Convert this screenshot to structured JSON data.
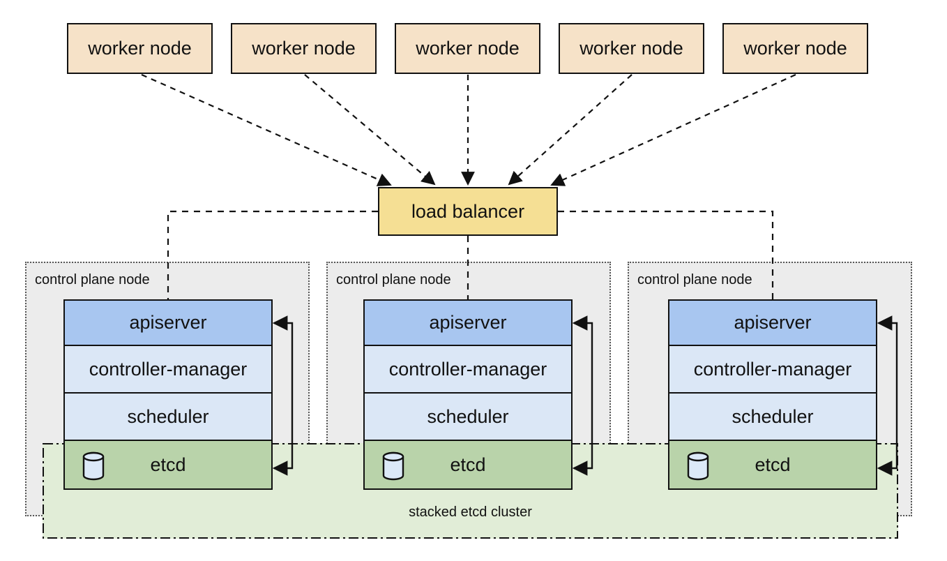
{
  "workers": [
    {
      "label": "worker node"
    },
    {
      "label": "worker node"
    },
    {
      "label": "worker node"
    },
    {
      "label": "worker node"
    },
    {
      "label": "worker node"
    }
  ],
  "load_balancer": {
    "label": "load balancer"
  },
  "control_plane_nodes": [
    {
      "label": "control plane node",
      "components": [
        "apiserver",
        "controller-manager",
        "scheduler",
        "etcd"
      ]
    },
    {
      "label": "control plane node",
      "components": [
        "apiserver",
        "controller-manager",
        "scheduler",
        "etcd"
      ]
    },
    {
      "label": "control plane node",
      "components": [
        "apiserver",
        "controller-manager",
        "scheduler",
        "etcd"
      ]
    }
  ],
  "stacked_etcd_cluster": {
    "label": "stacked etcd cluster"
  },
  "colors": {
    "worker_fill": "#f6e2c8",
    "load_balancer_fill": "#f5df94",
    "apiserver_fill": "#a8c6f0",
    "component_fill": "#dbe7f6",
    "etcd_fill": "#b9d3aa",
    "cluster_fill": "#e1edd7",
    "control_plane_fill": "#ececec",
    "line": "#111111"
  }
}
